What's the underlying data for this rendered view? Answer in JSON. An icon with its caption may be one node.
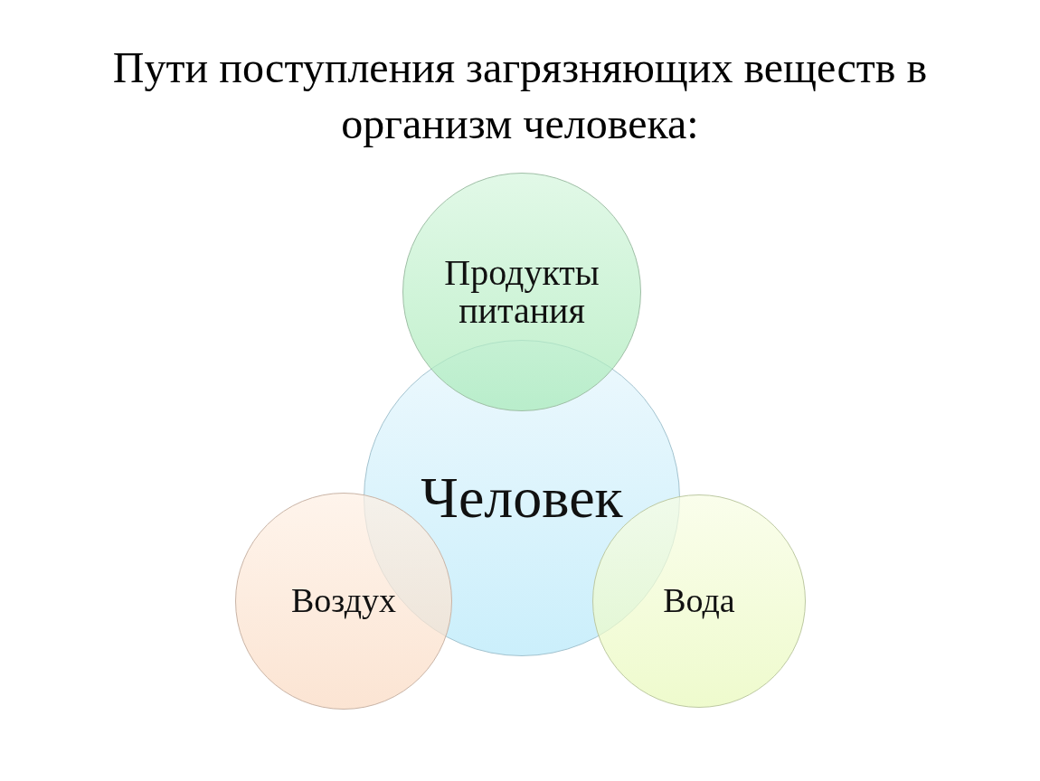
{
  "diagram": {
    "title": "Пути поступления загрязняющих веществ в организм человека:",
    "nodes": [
      {
        "text": [
          "Продукты питания"
        ]
      },
      {
        "text": [
          "Человек"
        ]
      },
      {
        "text": [
          "Воздух"
        ]
      },
      {
        "text": [
          "Вода"
        ]
      }
    ]
  }
}
